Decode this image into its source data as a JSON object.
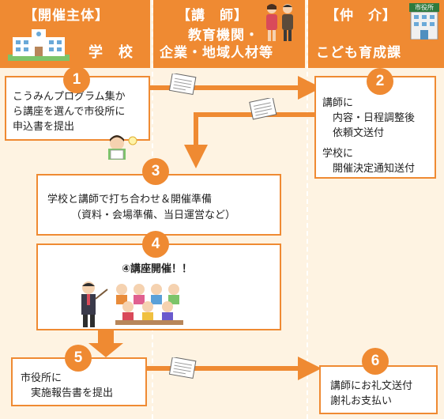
{
  "headers": {
    "col1": {
      "line1": "【開催主体】",
      "line2": "学　校"
    },
    "col2": {
      "line1": "【講　師】",
      "line2": "教育機関・",
      "line3": "企業・地域人材等"
    },
    "col3": {
      "line1": "【仲　介】",
      "line2": "こども育成課",
      "sign": "市役所"
    }
  },
  "steps": [
    {
      "number": "1",
      "lines": [
        "こうみんプログラム集か",
        "ら講座を選んで市役所に",
        "申込書を提出"
      ]
    },
    {
      "number": "2",
      "lines": [
        "講師に",
        "　内容・日程調整後",
        "　依頼文送付",
        "学校に",
        "　開催決定通知送付"
      ]
    },
    {
      "number": "3",
      "lines": [
        "学校と講師で打ち合わせ＆開催準備",
        "（資料・会場準備、当日運営など）"
      ]
    },
    {
      "number": "4",
      "lines": [
        "④講座開催！！"
      ]
    },
    {
      "number": "5",
      "lines": [
        "市役所に",
        "　実施報告書を提出"
      ]
    },
    {
      "number": "6",
      "lines": [
        "講師にお礼文送付",
        "謝礼お支払い"
      ]
    }
  ],
  "colors": {
    "accent": "#ef8a32",
    "background": "#fef3e2",
    "box": "#ffffff"
  },
  "icons": [
    "school-building-icon",
    "teacher-couple-icon",
    "city-hall-icon",
    "document-icon",
    "reading-girl-icon",
    "lecture-class-icon"
  ]
}
